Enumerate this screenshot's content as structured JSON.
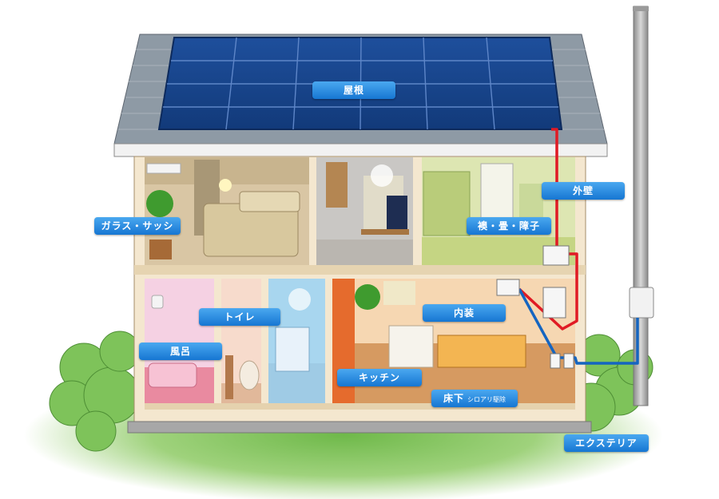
{
  "areas": {
    "roof": "屋根",
    "exterior_wall": "外壁",
    "glass_sash": "ガラス・サッシ",
    "fusuma_tatami_shoji": "襖・畳・障子",
    "toilet": "トイレ",
    "interior": "内装",
    "bath": "風呂",
    "kitchen": "キッチン",
    "underfloor": "床下",
    "underfloor_note": "シロアリ駆除",
    "exterior": "エクステリア"
  }
}
